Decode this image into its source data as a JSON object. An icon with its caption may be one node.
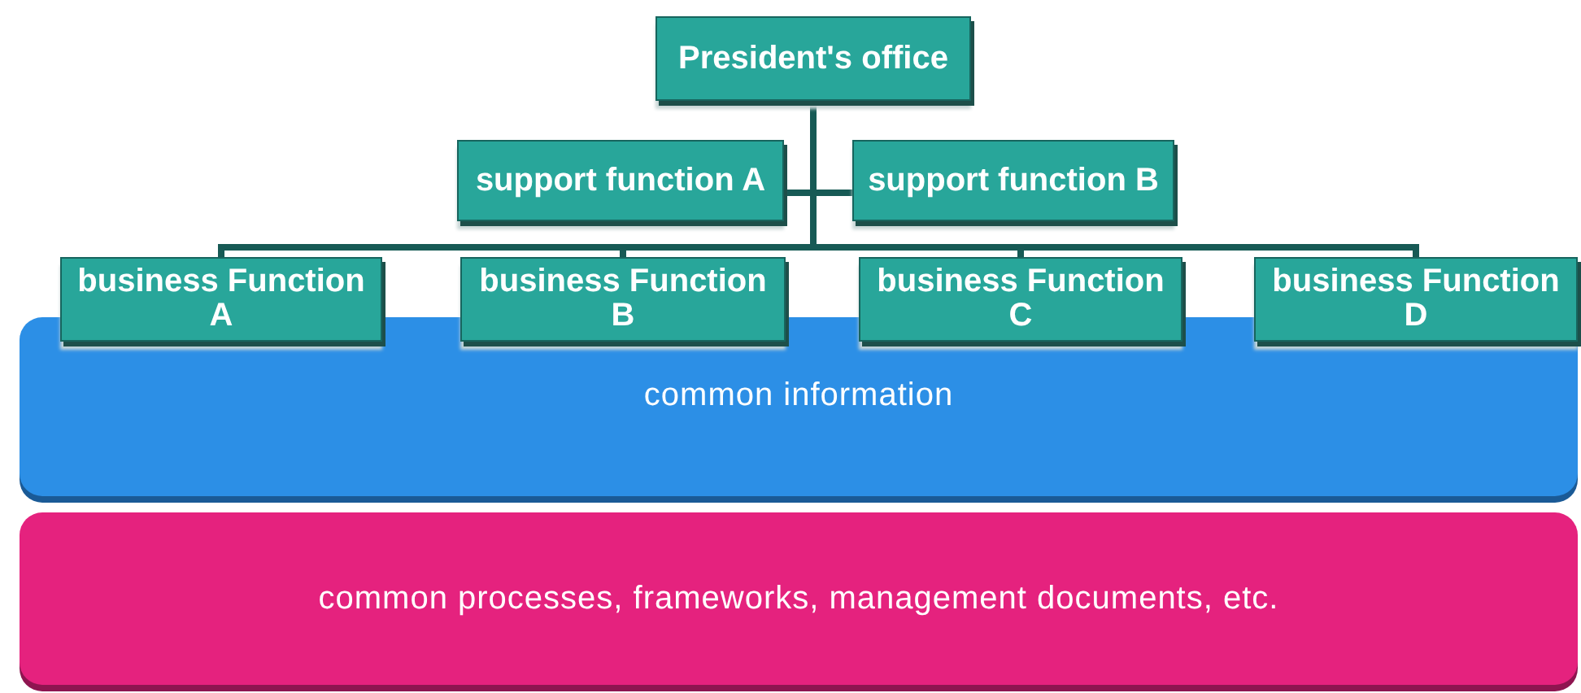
{
  "diagram": {
    "nodes": [
      {
        "text": [
          "President's office"
        ]
      },
      {
        "text": [
          "support function A"
        ]
      },
      {
        "text": [
          "support function B"
        ]
      },
      {
        "text": [
          "business Function A"
        ]
      },
      {
        "text": [
          "business Function B"
        ]
      },
      {
        "text": [
          "business Function C"
        ]
      },
      {
        "text": [
          "business Function D"
        ]
      },
      {
        "text": [
          "common information"
        ]
      },
      {
        "text": [
          "common processes, frameworks, management documents, etc."
        ]
      }
    ],
    "edges": [
      {
        "from": 0,
        "to": 1,
        "arrow": "none"
      },
      {
        "from": 0,
        "to": 2,
        "arrow": "none"
      },
      {
        "from": 0,
        "to": 3,
        "arrow": "none"
      },
      {
        "from": 0,
        "to": 4,
        "arrow": "none"
      },
      {
        "from": 0,
        "to": 5,
        "arrow": "none"
      },
      {
        "from": 0,
        "to": 6,
        "arrow": "none"
      }
    ]
  }
}
